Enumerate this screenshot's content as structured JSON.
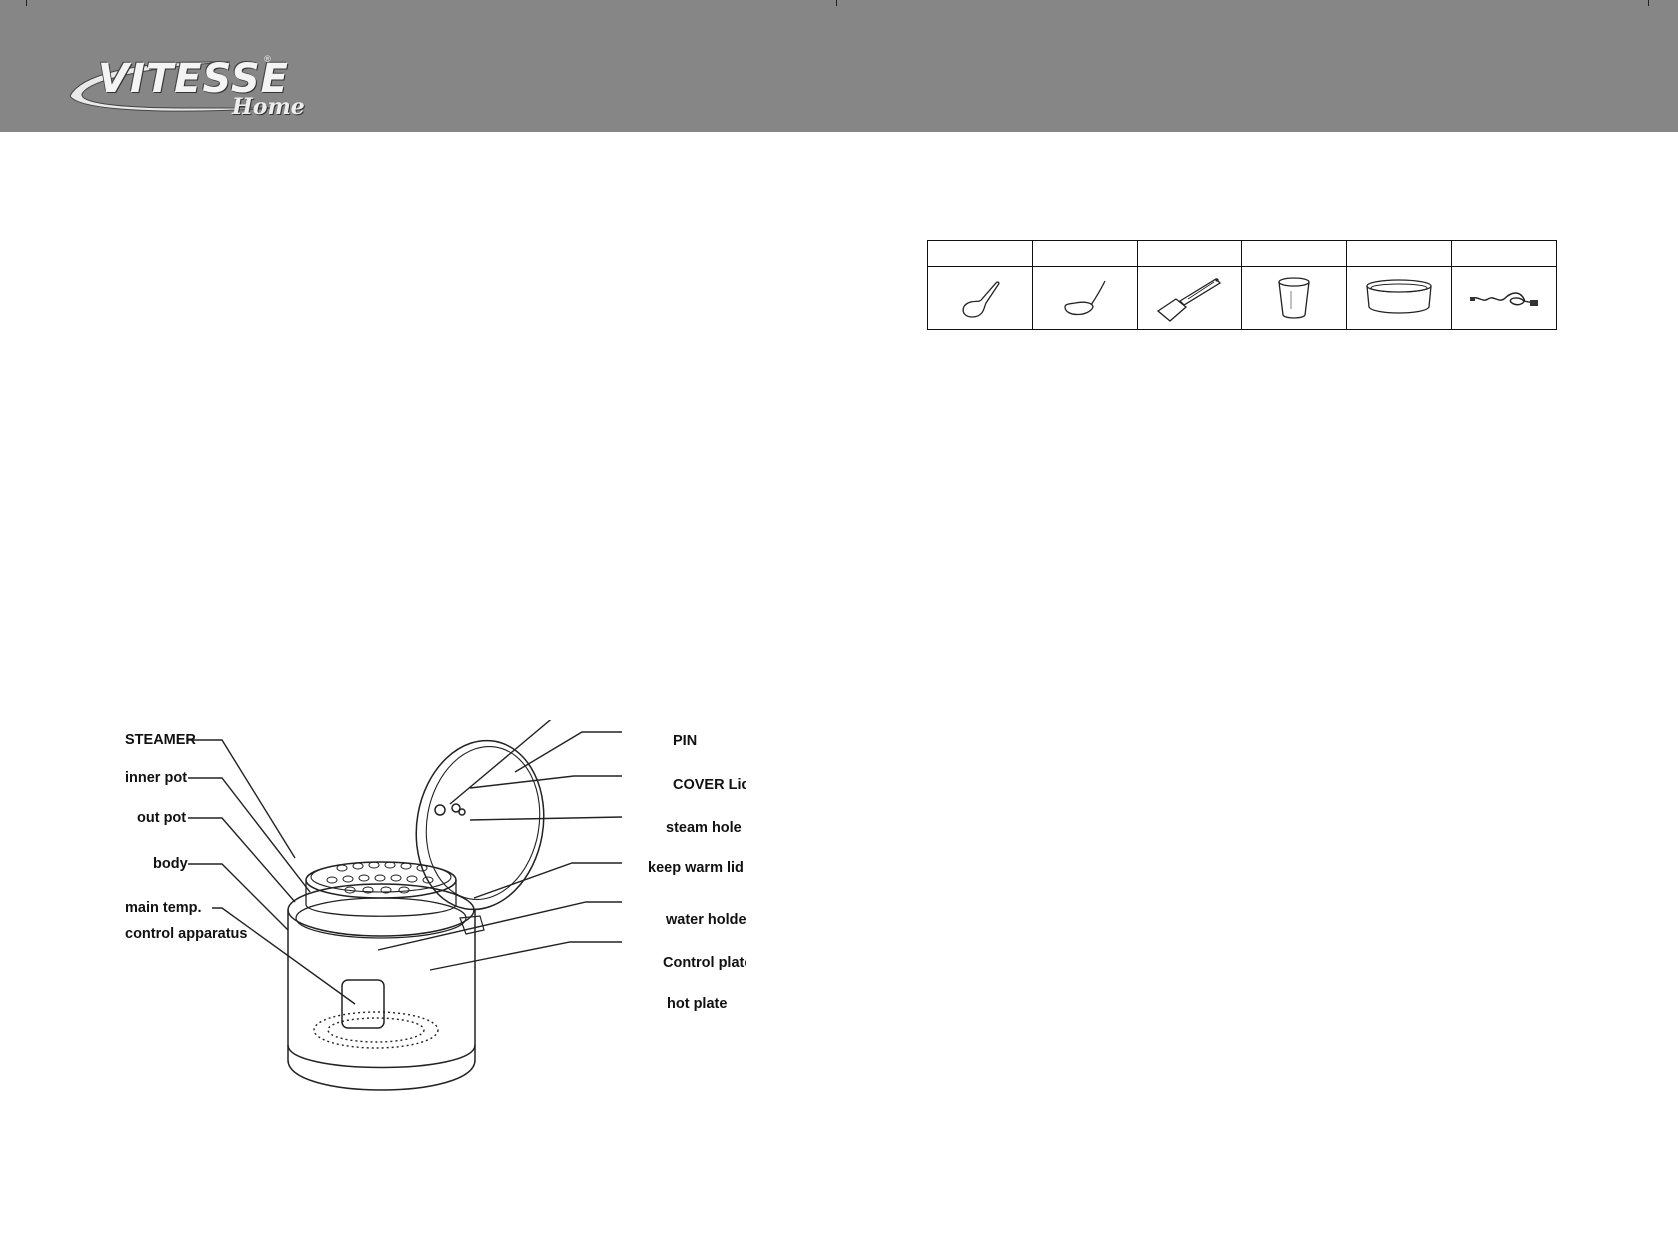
{
  "header": {
    "logo": {
      "brand": "VITESSE",
      "sub": "Home",
      "tm": "®"
    },
    "band_color": "#868686"
  },
  "accessories": {
    "header_cells": [
      "",
      "",
      "",
      "",
      "",
      ""
    ],
    "items": [
      {
        "icon": "rice-paddle-icon"
      },
      {
        "icon": "soup-ladle-icon"
      },
      {
        "icon": "spatula-icon"
      },
      {
        "icon": "measuring-cup-icon"
      },
      {
        "icon": "steamer-tray-icon"
      },
      {
        "icon": "power-cord-icon"
      }
    ]
  },
  "diagram": {
    "labels_left": {
      "steamer": "STEAMER",
      "inner_pot": "inner pot",
      "out_pot": "out pot",
      "body": "body",
      "main_temp_1": "main temp.",
      "main_temp_2": "control apparatus"
    },
    "labels_right": {
      "pin": "PIN",
      "cover_lid": "COVER Lid",
      "steam_hole": "steam hole",
      "keep_warm_lid": "keep warm lid",
      "water_holder": "water holde",
      "control_plate": "Control plate",
      "hot_plate": "hot plate"
    }
  }
}
